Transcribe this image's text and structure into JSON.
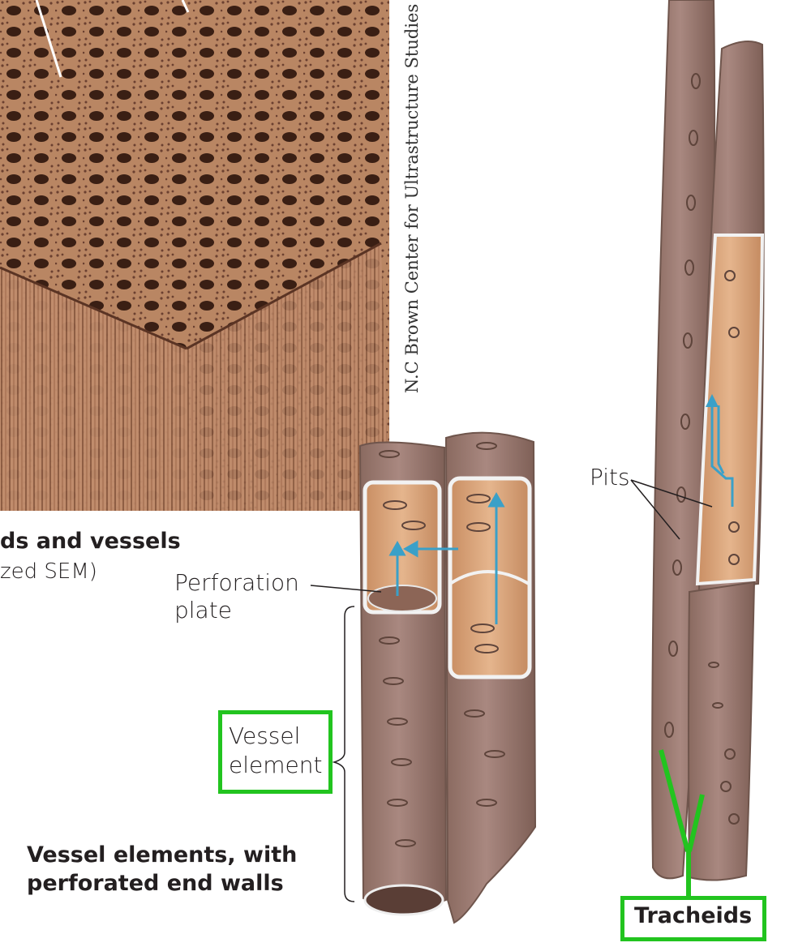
{
  "labels": {
    "sem_title": "ds and vessels",
    "sem_subtitle": "zed SEM)",
    "photo_credit": "N.C Brown Center for Ultrastructure Studies",
    "perforation_plate_line1": "Perforation",
    "perforation_plate_line2": "plate",
    "vessel_element_line1": "Vessel",
    "vessel_element_line2": "element",
    "vessel_caption_line1": "Vessel elements, with",
    "vessel_caption_line2": "perforated end walls",
    "pits": "Pits",
    "tracheids": "Tracheids"
  },
  "colors": {
    "wood": "#b57f5c",
    "cell_wall": "#9c7a6e",
    "cell_interior": "#d9a27a",
    "arrow": "#3aa0c8",
    "highlight": "#22c41f",
    "text": "#231f20"
  }
}
